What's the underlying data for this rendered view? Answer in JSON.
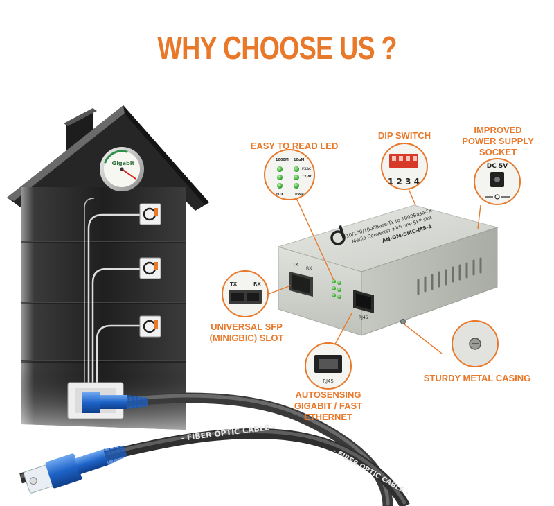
{
  "title": "WHY CHOOSE US ?",
  "gauge_label": "Gigabit",
  "features": {
    "led": "EASY TO READ LED",
    "dip_switch": "DIP SWITCH",
    "power_line1": "IMPROVED",
    "power_line2": "POWER SUPPLY",
    "power_line3": "SOCKET",
    "sfp_line1": "UNIVERSAL SFP",
    "sfp_line2": "(MINIGBIC) SLOT",
    "rj45_line1": "AUTOSENSING",
    "rj45_line2": "GIGABIT / FAST",
    "rj45_line3": "ETHERNET",
    "casing": "STURDY METAL CASING"
  },
  "inset_text": {
    "led_1000m": "1000M",
    "led_10m": "10uM",
    "led_fxac": "FXAC",
    "led_txac": "TX/AC",
    "led_fdx": "FDX",
    "led_pwr": "PWR",
    "dip_digits": "1 2 3 4",
    "dc": "DC 5V",
    "sfp_tx": "TX",
    "sfp_rx": "RX",
    "rj45": "RJ45"
  },
  "device": {
    "line1": "10/100/1000Base-Tx to 1000Base-Fx",
    "line2": "Media Converter with one SFP slot",
    "model": "AN-GM-SMC-MS-1",
    "tx": "TX",
    "rx": "RX",
    "rj45": "RJ45"
  },
  "cable_text": "- FIBER OPTIC CABLE -",
  "colors": {
    "accent": "#e8782a",
    "house": "#2b2b2b",
    "device_body": "#d9dcd6",
    "led_green": "#4fc24a",
    "connector_blue": "#1e63c8"
  }
}
